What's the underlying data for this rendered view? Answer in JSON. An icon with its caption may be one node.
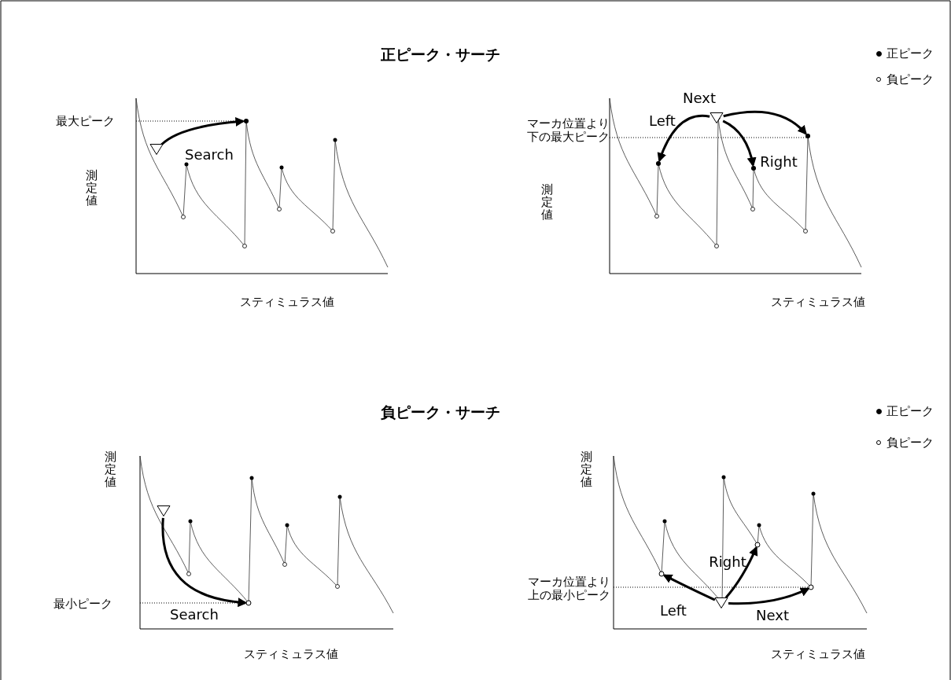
{
  "diagram": {
    "nodes": [
      {
        "text": [],
        "shape": "triangle"
      },
      {
        "text": [],
        "shape": "dot"
      },
      {
        "text": [],
        "shape": "dot"
      },
      {
        "text": [],
        "shape": "triangle"
      },
      {
        "text": [],
        "shape": "dot"
      },
      {
        "text": [],
        "shape": "dot"
      },
      {
        "text": [],
        "shape": "triangle"
      },
      {
        "text": [],
        "shape": "circle"
      },
      {
        "text": [],
        "shape": "circle"
      },
      {
        "text": [],
        "shape": "circle"
      },
      {
        "text": [],
        "shape": "triangle"
      },
      {
        "text": [],
        "shape": "circle"
      }
    ],
    "edges": [
      {
        "from": 0,
        "to": 1,
        "arrow": "to",
        "label": "Search"
      },
      {
        "from": 3,
        "to": 2,
        "arrow": "to",
        "label": "Left"
      },
      {
        "from": 3,
        "to": 5,
        "arrow": "to",
        "label": "Next"
      },
      {
        "from": 3,
        "to": 4,
        "arrow": "to",
        "label": "Right"
      },
      {
        "from": 6,
        "to": 7,
        "arrow": "to",
        "label": "Search"
      },
      {
        "from": 10,
        "to": 8,
        "arrow": "to",
        "label": "Left"
      },
      {
        "from": 10,
        "to": 9,
        "arrow": "to",
        "label": "Right"
      },
      {
        "from": 10,
        "to": 11,
        "arrow": "to",
        "label": "Next"
      }
    ],
    "labels": [
      "正ピーク・サーチ",
      "最大ピーク",
      "測定値",
      "スティミュラス値",
      "マーカ位置より下の最大ピーク",
      "測定値",
      "スティミュラス値",
      "負ピーク・サーチ",
      "測定値",
      "最小ピーク",
      "スティミュラス値",
      "測定値",
      "マーカ位置より上の最小ピーク",
      "スティミュラス値"
    ],
    "legend": [
      {
        "text": "正ピーク"
      },
      {
        "text": "負ピーク"
      },
      {
        "text": "正ピーク"
      },
      {
        "text": "負ピーク"
      }
    ]
  }
}
